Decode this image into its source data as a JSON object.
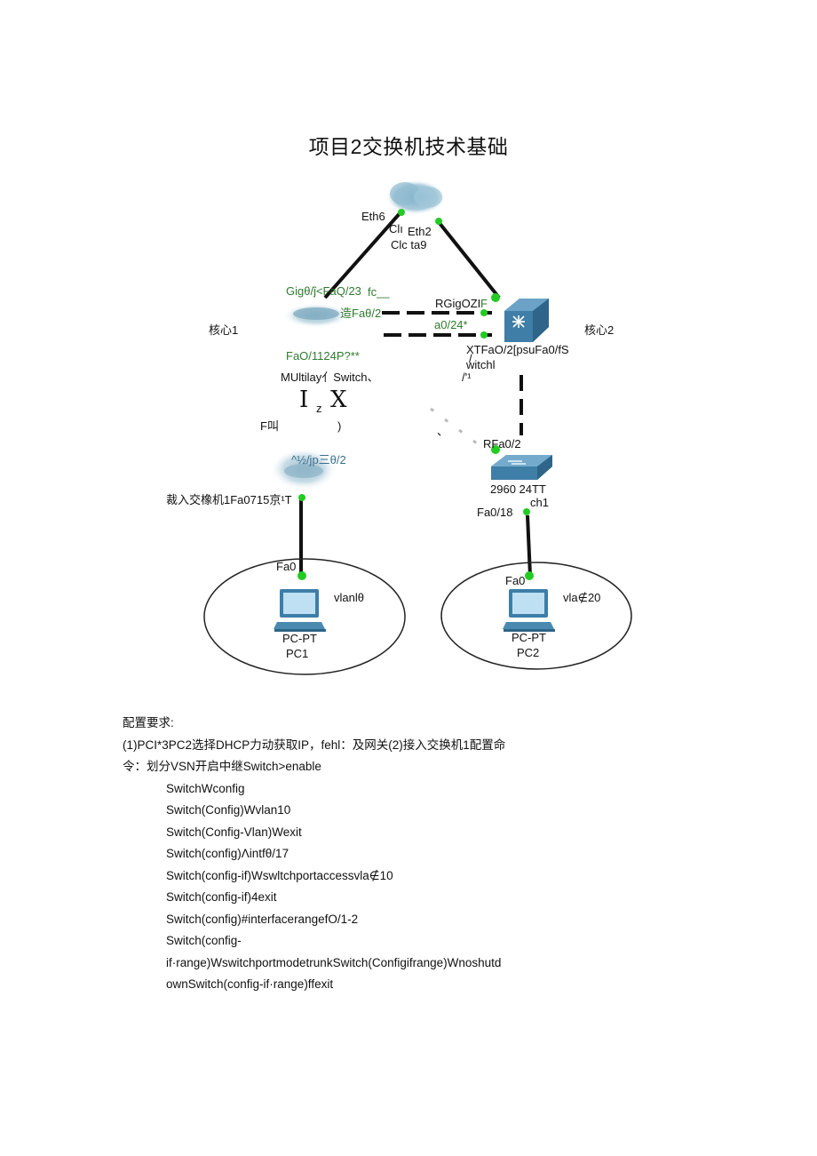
{
  "title": "项目2交换机技术基础",
  "diagram": {
    "labels": {
      "eth6": "Eth6",
      "cl": "Clı",
      "eth2": "Eth2",
      "clc_ta9": "Clc ta9",
      "gig_left": "Gigθ/ĵ<FaQ/23",
      "gig_left_sub": "fc__",
      "rgig": "RGigOZI",
      "rgig_f": "F",
      "fa02_left": "造Faθ/2",
      "a024": "a0/24*",
      "core1": "核心1",
      "core2": "核心2",
      "fa01124p": "FaO/1124P?**",
      "xtfa": "XTFaO/2[psuFa0/fS",
      "slash": "/",
      "witchl": "witchl",
      "multilayer": "MUltilay亻Switch、",
      "tick": "/'¹",
      "izx_1": "I",
      "izx_2": "z",
      "izx_3": "X",
      "f_jiao": "F叫",
      "paren": ")",
      "comma": "、",
      "rfa02": "RFa0/2",
      "sw1_port": "^½/jp三θ/2",
      "access_label": "裁入交橡机1Fa0715京¹T",
      "model_2960": "2960 24TT",
      "ch1": "ch1",
      "fa018": "Fa0/18",
      "fa0_pc1": "Fa0",
      "fa0_pc2": "Fa0",
      "vlan10": "vlanlθ",
      "vlan20": "vla∉20",
      "pcpt1": "PC-PT",
      "pc1": "PC1",
      "pcpt2": "PC-PT",
      "pc2": "PC2"
    },
    "colors": {
      "link": "#111111",
      "port_dot": "#22cc22",
      "switch_fill": "#4e8bb0",
      "cloud_fill": "#9ec4d6"
    }
  },
  "requirements": {
    "heading": "配置要求:",
    "line1": "(1)PCI*3PC2选择DHCP力动获取IP，fehl：及网关(2)接入交换机1配置命",
    "line2": "令：划分VSN开启中继Switch>enable",
    "code": [
      "SwitchWconfig",
      "Switch(Config)Wvlan10",
      "Switch(Config-Vlan)Wexit",
      "Switch(config)Λintfθ/17",
      "Switch(config-if)Wswltchportaccessvla∉10",
      "Switch(config-if)4exit",
      "Switch(config)#interfacerangefO/1-2",
      "Switch(config-",
      "if·range)WswitchportmodetrunkSwitch(Configifrange)Wnoshutd",
      "ownSwitch(config-if·range)ffexit"
    ]
  }
}
